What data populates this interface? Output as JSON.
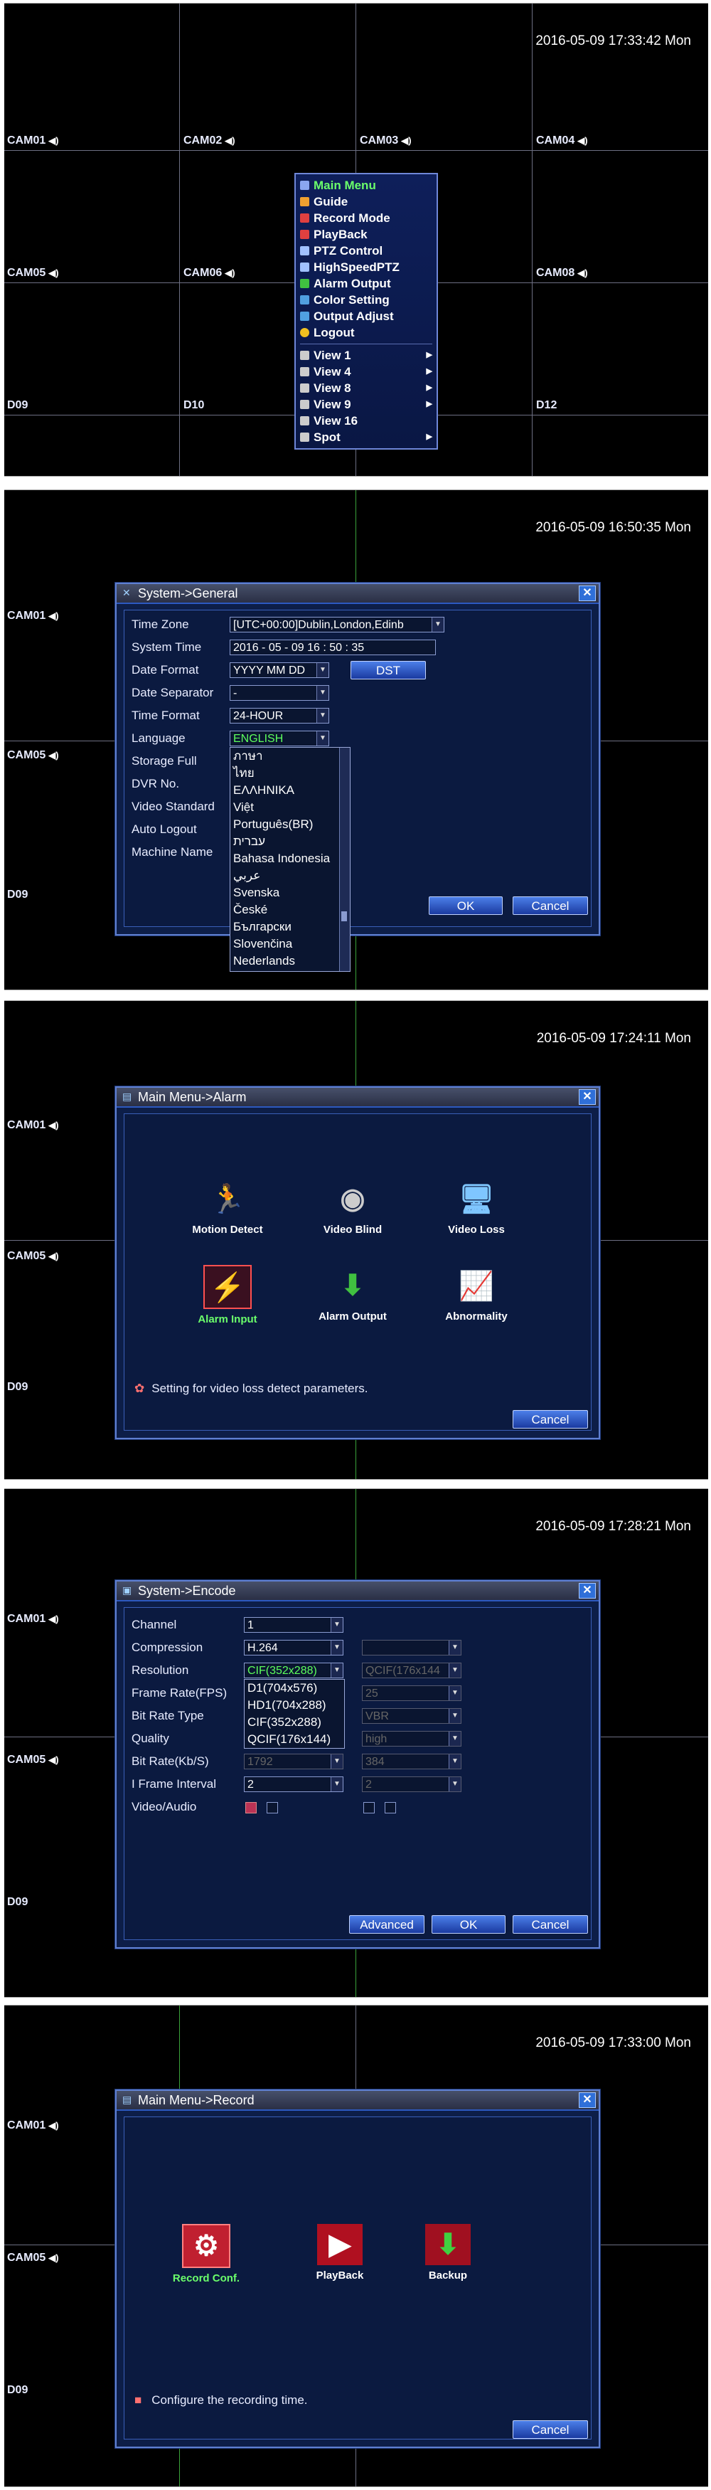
{
  "colors": {
    "screen_bg": "#000000",
    "dialog_bg": "#0d1e48",
    "accent_green": "#6bff6b",
    "button_blue": "#2f6fd8"
  },
  "screen1": {
    "datetime": "2016-05-09 17:33:42 Mon",
    "cams": [
      "CAM01",
      "CAM02",
      "CAM03",
      "CAM04",
      "CAM05",
      "CAM06",
      "CAM08",
      "D09",
      "D10",
      "D12"
    ],
    "menu": {
      "items": [
        {
          "label": "Main Menu",
          "icon": "menu-icon"
        },
        {
          "label": "Guide",
          "icon": "guide-icon"
        },
        {
          "label": "Record Mode",
          "icon": "record-icon"
        },
        {
          "label": "PlayBack",
          "icon": "playback-icon"
        },
        {
          "label": "PTZ Control",
          "icon": "ptz-icon"
        },
        {
          "label": "HighSpeedPTZ",
          "icon": "highspeed-ptz-icon"
        },
        {
          "label": "Alarm Output",
          "icon": "alarm-output-icon"
        },
        {
          "label": "Color Setting",
          "icon": "color-icon"
        },
        {
          "label": "Output Adjust",
          "icon": "output-adjust-icon"
        },
        {
          "label": "Logout",
          "icon": "logout-icon"
        }
      ],
      "views": [
        {
          "label": "View 1",
          "submenu": true
        },
        {
          "label": "View 4",
          "submenu": true
        },
        {
          "label": "View 8",
          "submenu": true
        },
        {
          "label": "View 9",
          "submenu": true
        },
        {
          "label": "View 16",
          "submenu": false
        },
        {
          "label": "Spot",
          "submenu": true
        }
      ]
    }
  },
  "screen2": {
    "datetime": "2016-05-09 16:50:35 Mon",
    "cams": [
      "CAM01",
      "CAM05",
      "D09"
    ],
    "title": "System->General",
    "labels": [
      "Time Zone",
      "System Time",
      "Date Format",
      "Date Separator",
      "Time Format",
      "Language",
      "Storage Full",
      "DVR No.",
      "Video Standard",
      "Auto Logout",
      "Machine Name"
    ],
    "timezone": "[UTC+00:00]Dublin,London,Edinb",
    "system_time": "2016 - 05 - 09   16 : 50 : 35",
    "date_format": "YYYY MM DD",
    "date_separator": "-",
    "time_format": "24-HOUR",
    "language": "ENGLISH",
    "dst_label": "DST",
    "language_options": [
      "ภาษา",
      "ไทย",
      "ΕΛΛΗΝΙΚΑ",
      "Việt",
      "Português(BR)",
      "עברית",
      "Bahasa Indonesia",
      "عربي",
      "Svenska",
      "České",
      "Български",
      "Slovenčina",
      "Nederlands"
    ],
    "ok": "OK",
    "cancel": "Cancel"
  },
  "screen3": {
    "datetime": "2016-05-09 17:24:11 Mon",
    "cams": [
      "CAM01",
      "CAM05",
      "D09"
    ],
    "title": "Main Menu->Alarm",
    "icons": [
      {
        "label": "Motion Detect",
        "icon": "motion-detect-icon"
      },
      {
        "label": "Video Blind",
        "icon": "video-blind-icon"
      },
      {
        "label": "Video Loss",
        "icon": "video-loss-icon"
      },
      {
        "label": "Alarm Input",
        "icon": "alarm-input-icon"
      },
      {
        "label": "Alarm Output",
        "icon": "alarm-output-icon"
      },
      {
        "label": "Abnormality",
        "icon": "abnormality-icon"
      }
    ],
    "hint": "Setting for video loss detect parameters.",
    "cancel": "Cancel"
  },
  "screen4": {
    "datetime": "2016-05-09 17:28:21 Mon",
    "cams": [
      "CAM01",
      "CAM05",
      "D09"
    ],
    "title": "System->Encode",
    "labels": [
      "Channel",
      "Compression",
      "Resolution",
      "Frame Rate(FPS)",
      "Bit Rate Type",
      "Quality",
      "Bit Rate(Kb/S)",
      "I Frame Interval",
      "Video/Audio"
    ],
    "channel": "1",
    "compression": "H.264",
    "resolution": "CIF(352x288)",
    "resolution_options": [
      "D1(704x576)",
      "HD1(704x288)",
      "CIF(352x288)",
      "QCIF(176x144)"
    ],
    "main_bitrate": "1792",
    "main_iframe": "2",
    "extra_resolution": "QCIF(176x144",
    "extra_fps": "25",
    "extra_bitrate_type": "VBR",
    "extra_quality": "high",
    "extra_bitrate": "384",
    "extra_iframe": "2",
    "advanced": "Advanced",
    "ok": "OK",
    "cancel": "Cancel"
  },
  "screen5": {
    "datetime": "2016-05-09 17:33:00 Mon",
    "cams": [
      "CAM01",
      "CAM05",
      "D09"
    ],
    "title": "Main Menu->Record",
    "icons": [
      {
        "label": "Record Conf.",
        "icon": "record-config-icon"
      },
      {
        "label": "PlayBack",
        "icon": "playback-icon"
      },
      {
        "label": "Backup",
        "icon": "backup-icon"
      }
    ],
    "hint": "Configure the recording time.",
    "cancel": "Cancel"
  }
}
